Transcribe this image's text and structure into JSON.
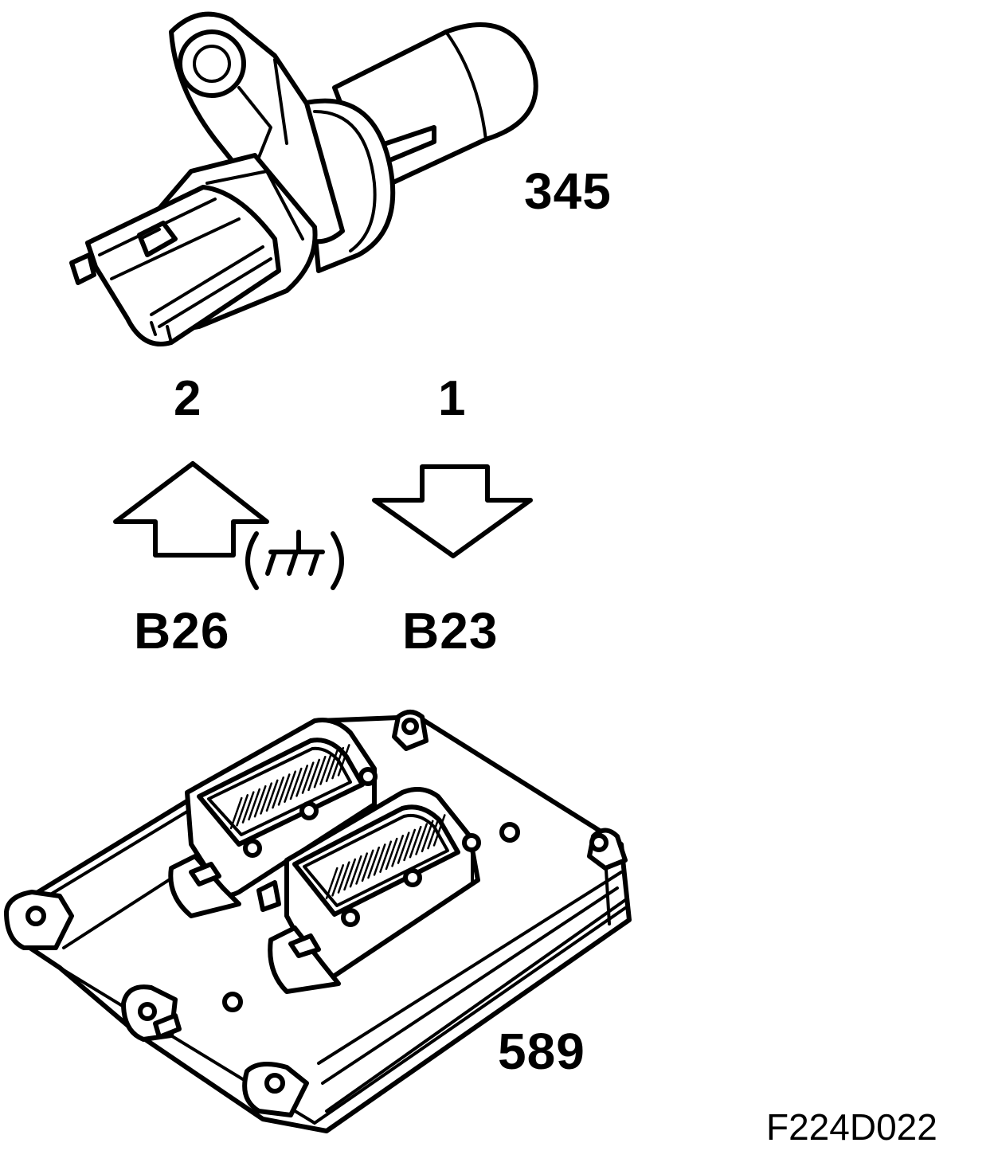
{
  "figure_id": "F224D022",
  "components": {
    "sensor": {
      "number": "345"
    },
    "ecu": {
      "number": "589"
    }
  },
  "pins": {
    "left": {
      "pin": "2",
      "terminal": "B26",
      "direction": "up",
      "ground_symbol": "ground-icon"
    },
    "right": {
      "pin": "1",
      "terminal": "B23",
      "direction": "down"
    }
  }
}
